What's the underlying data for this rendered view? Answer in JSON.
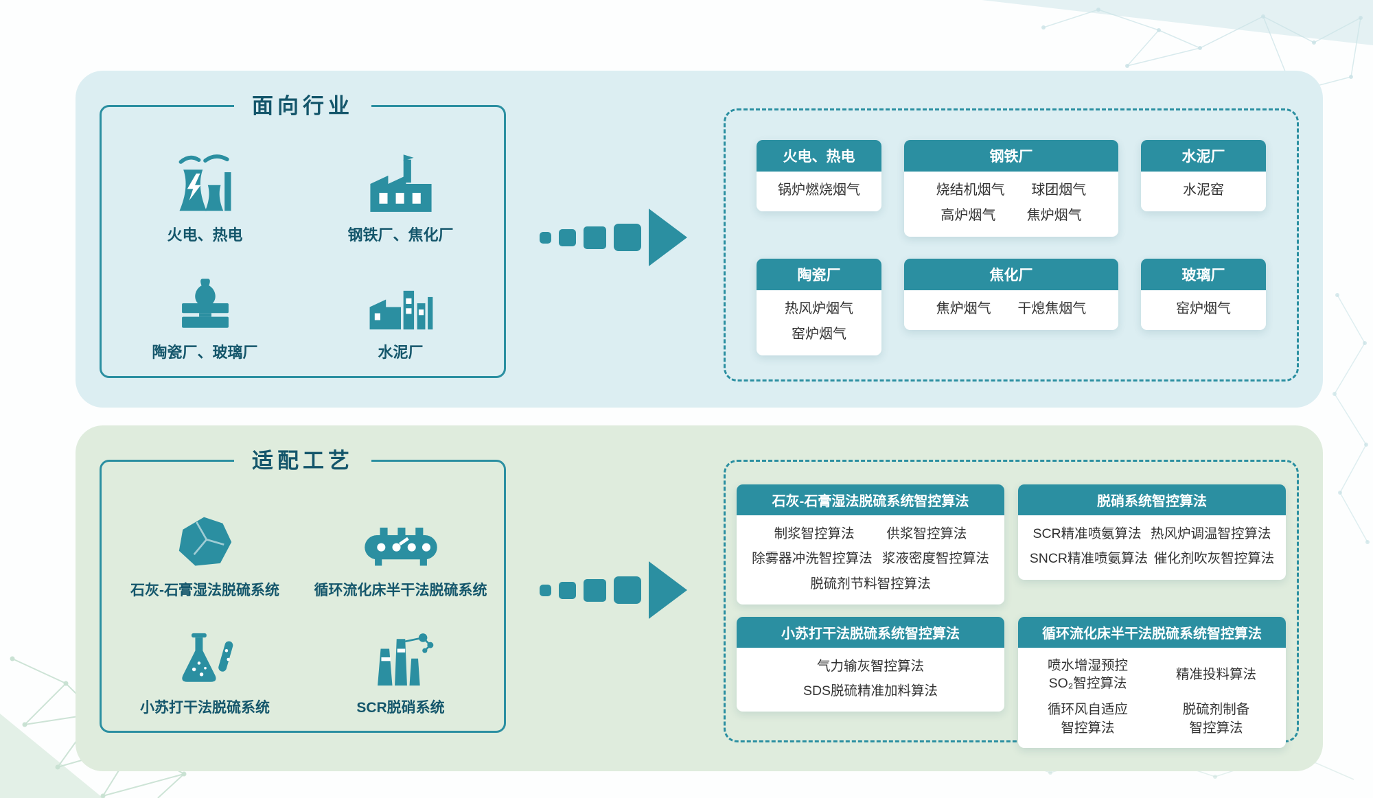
{
  "theme": {
    "teal": "#2B8FA1",
    "teal_dark": "#14566B",
    "panel_blue": "#DCEEF2",
    "panel_green": "#DFECDD",
    "card_bg": "#FFFFFF",
    "card_text": "#333333"
  },
  "industries": {
    "title": "面向行业",
    "items": [
      {
        "icon": "power-plant-icon",
        "label": "火电、热电"
      },
      {
        "icon": "steel-plant-icon",
        "label": "钢铁厂、焦化厂"
      },
      {
        "icon": "ceramics-kiln-icon",
        "label": "陶瓷厂、玻璃厂"
      },
      {
        "icon": "cement-plant-icon",
        "label": "水泥厂"
      }
    ],
    "cards": [
      {
        "header": "火电、热电",
        "items": [
          "锅炉燃烧烟气"
        ]
      },
      {
        "header": "钢铁厂",
        "items": [
          "烧结机烟气",
          "球团烟气",
          "高炉烟气",
          "焦炉烟气"
        ]
      },
      {
        "header": "水泥厂",
        "items": [
          "水泥窑"
        ]
      },
      {
        "header": "陶瓷厂",
        "items": [
          "热风炉烟气",
          "窑炉烟气"
        ]
      },
      {
        "header": "焦化厂",
        "items": [
          "焦炉烟气",
          "干熄焦烟气"
        ]
      },
      {
        "header": "玻璃厂",
        "items": [
          "窑炉烟气"
        ]
      }
    ]
  },
  "processes": {
    "title": "适配工艺",
    "items": [
      {
        "icon": "limestone-rock-icon",
        "label": "石灰-石膏湿法脱硫系统"
      },
      {
        "icon": "fluidized-bed-icon",
        "label": "循环流化床半干法脱硫系统"
      },
      {
        "icon": "flask-icon",
        "label": "小苏打干法脱硫系统"
      },
      {
        "icon": "scr-tower-icon",
        "label": "SCR脱硝系统"
      }
    ],
    "cards": [
      {
        "header": "石灰-石膏湿法脱硫系统智控算法",
        "items": [
          "制浆智控算法",
          "供浆智控算法",
          "除雾器冲洗智控算法",
          "浆液密度智控算法",
          "脱硫剂节料智控算法"
        ]
      },
      {
        "header": "脱硝系统智控算法",
        "items": [
          "SCR精准喷氨算法",
          "热风炉调温智控算法",
          "SNCR精准喷氨算法",
          "催化剂吹灰智控算法"
        ]
      },
      {
        "header": "小苏打干法脱硫系统智控算法",
        "items": [
          "气力输灰智控算法",
          "SDS脱硫精准加料算法"
        ]
      },
      {
        "header": "循环流化床半干法脱硫系统智控算法",
        "items": [
          "喷水增湿预控\nSO₂智控算法",
          "精准投料算法",
          "循环风自适应\n智控算法",
          "脱硫剂制备\n智控算法"
        ]
      }
    ]
  }
}
